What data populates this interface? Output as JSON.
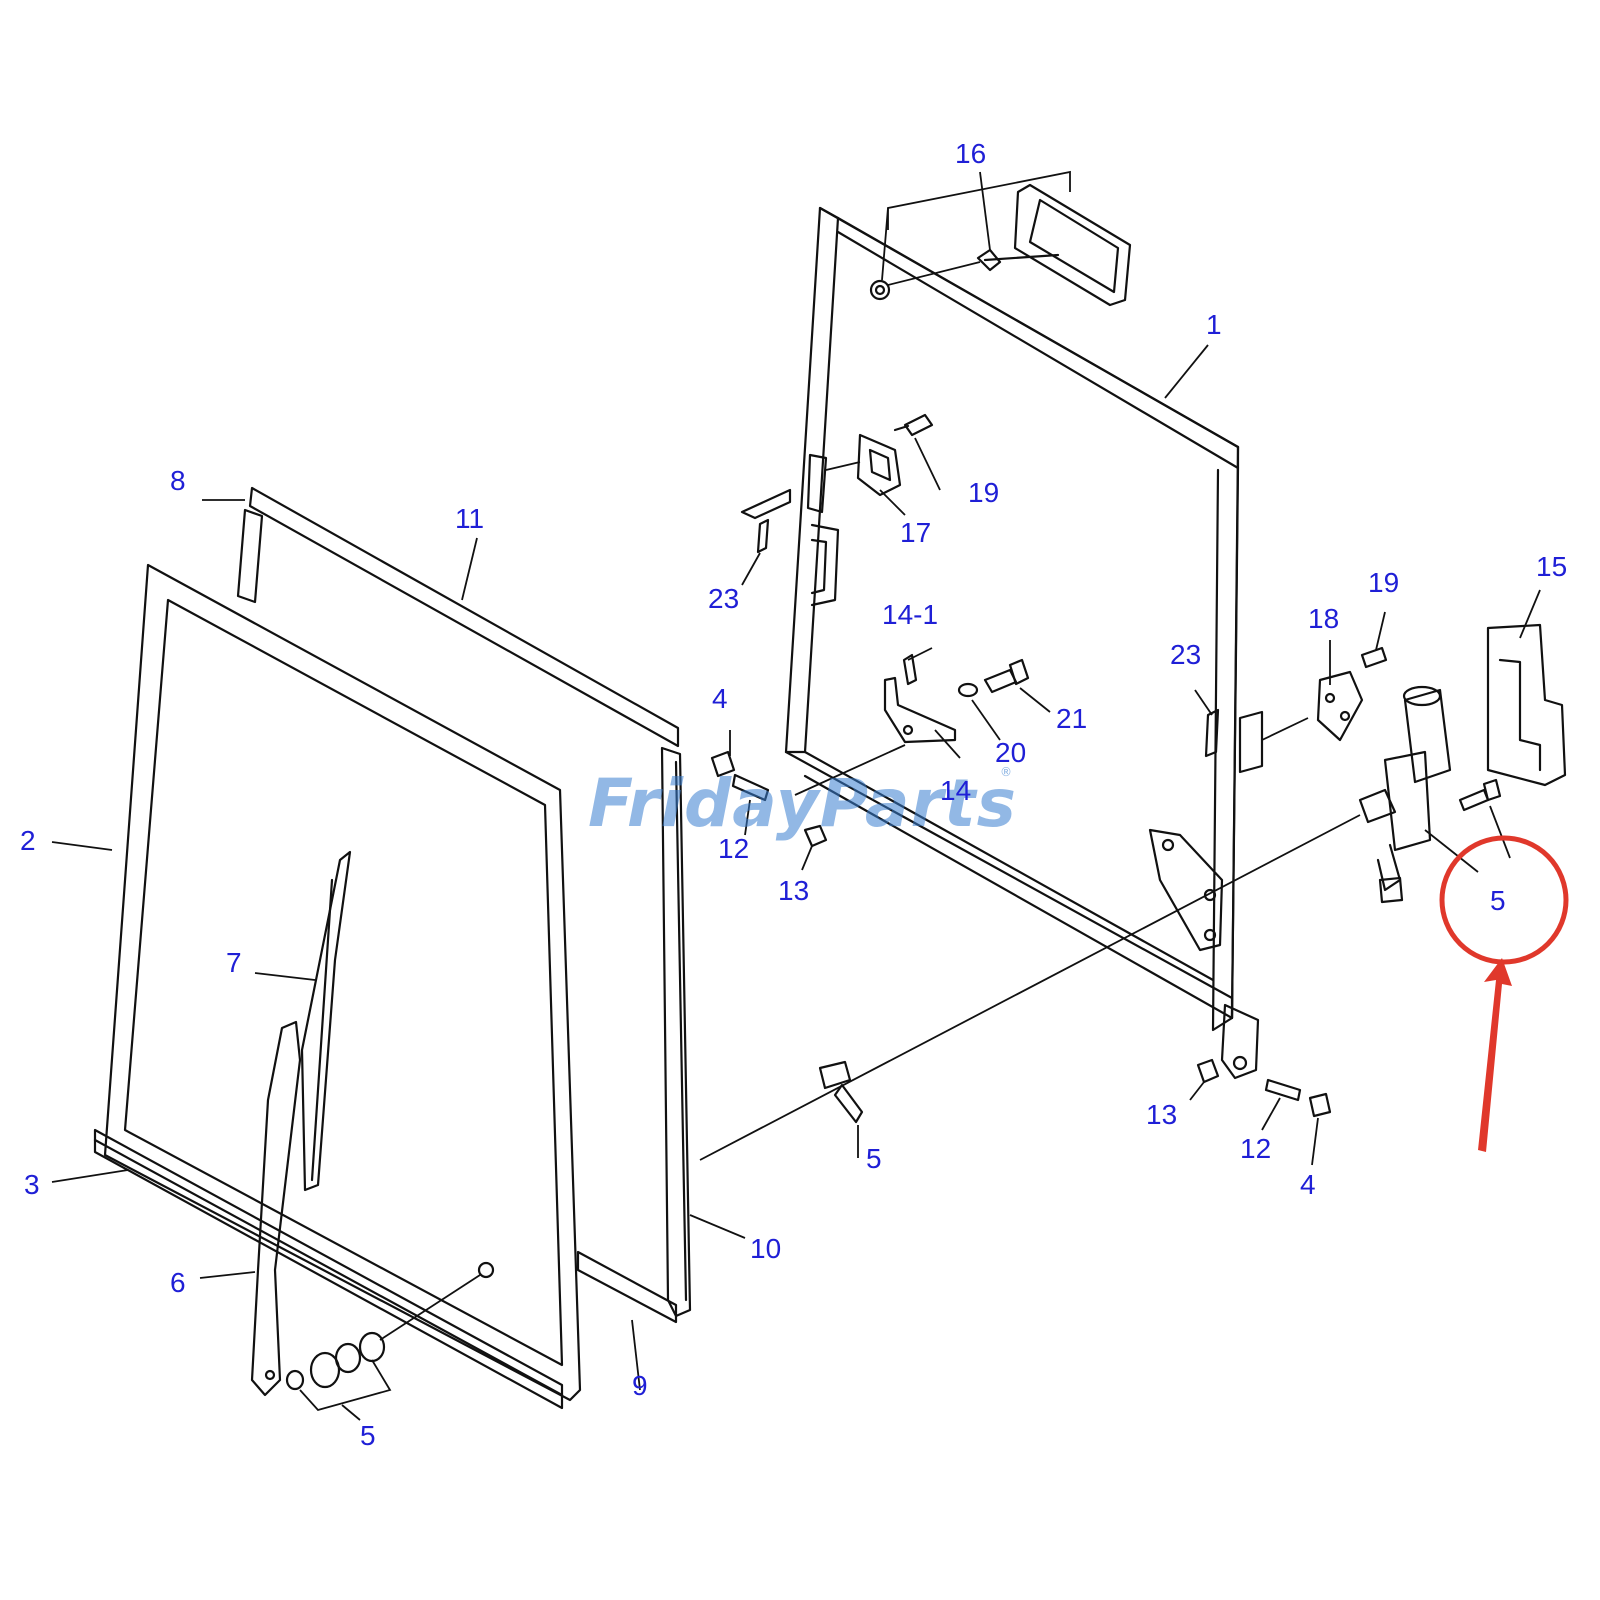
{
  "watermark": {
    "text": "FridayParts",
    "registered": "®"
  },
  "highlight": {
    "target_label": "5",
    "color": "#e0382b"
  },
  "callouts": {
    "c1": "1",
    "c2": "2",
    "c3": "3",
    "c4a": "4",
    "c4b": "4",
    "c5a": "5",
    "c5b": "5",
    "c5c": "5",
    "c6": "6",
    "c7": "7",
    "c8": "8",
    "c9": "9",
    "c10": "10",
    "c11": "11",
    "c12a": "12",
    "c12b": "12",
    "c13a": "13",
    "c13b": "13",
    "c14": "14",
    "c14_1": "14-1",
    "c15": "15",
    "c16": "16",
    "c17": "17",
    "c18": "18",
    "c19a": "19",
    "c19b": "19",
    "c20": "20",
    "c21": "21",
    "c23a": "23",
    "c23b": "23"
  }
}
